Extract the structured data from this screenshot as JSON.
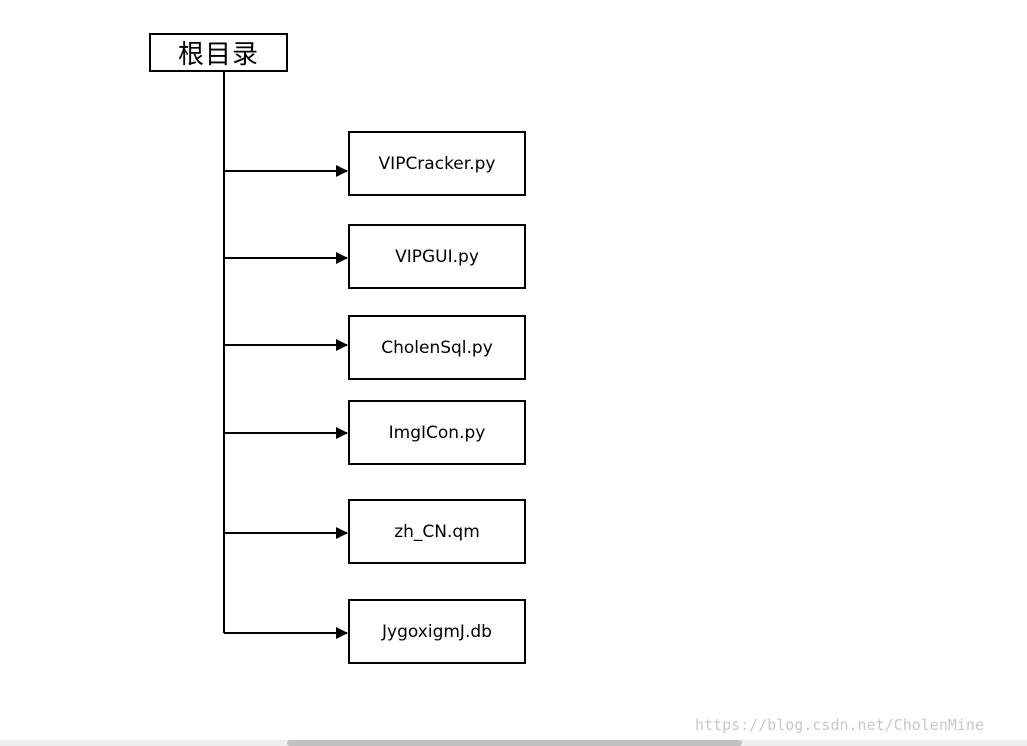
{
  "root": {
    "label": "根目录"
  },
  "files": [
    {
      "label": "VIPCracker.py"
    },
    {
      "label": "VIPGUI.py"
    },
    {
      "label": "CholenSql.py"
    },
    {
      "label": "ImgICon.py"
    },
    {
      "label": "zh_CN.qm"
    },
    {
      "label": "JygoxigmJ.db"
    }
  ],
  "watermark": {
    "text": "https://blog.csdn.net/CholenMine"
  },
  "colors": {
    "line": "#000000",
    "box_border": "#000000",
    "watermark": "#c8c8c8"
  }
}
